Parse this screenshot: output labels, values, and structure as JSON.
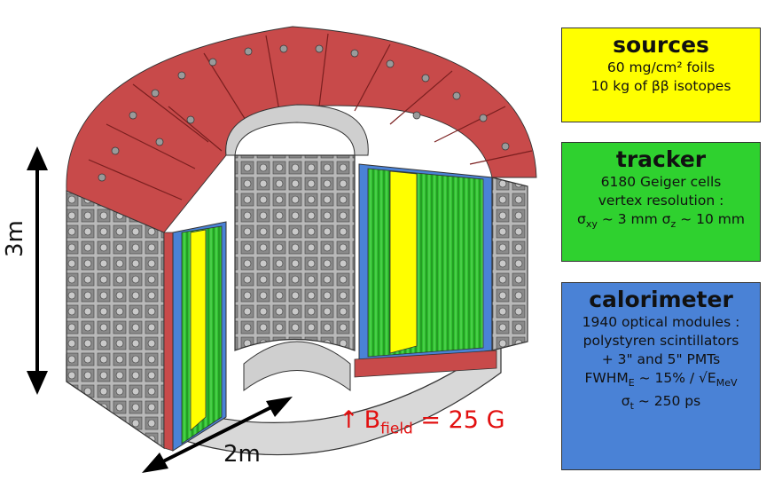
{
  "colors": {
    "sources": "#ffff00",
    "tracker": "#2fd12f",
    "calorimeter": "#4a82d6",
    "frame_red": "#c84a4a",
    "frame_grey": "#9a9a9a",
    "bfield": "#e21010"
  },
  "boxes": {
    "sources": {
      "title": "sources",
      "lines": [
        "60 mg/cm² foils",
        "10 kg of ββ isotopes"
      ]
    },
    "tracker": {
      "title": "tracker",
      "lines": [
        "6180 Geiger cells",
        "vertex resolution :"
      ],
      "res_sxy": "σ",
      "res_sxy_sub": "xy",
      "res_sxy_val": " ~ 3 mm σ",
      "res_sz_sub": "z",
      "res_sz_val": " ~ 10 mm"
    },
    "calorimeter": {
      "title": "calorimeter",
      "lines": [
        "1940 optical modules :",
        "polystyren scintillators",
        "+ 3\" and 5\" PMTs"
      ],
      "fwhm": "FWHM",
      "fwhm_sub": "E",
      "fwhm_val": " ~ 15% / √E",
      "fwhm_sub2": "MeV",
      "sigma_t": "σ",
      "sigma_t_sub": "t",
      "sigma_t_val": " ~ 250 ps"
    }
  },
  "dimensions": {
    "height_label": "3m",
    "width_label": "2m"
  },
  "bfield": {
    "arrow": "↑",
    "b": "B",
    "sub": "field",
    "value": " = 25 G"
  }
}
